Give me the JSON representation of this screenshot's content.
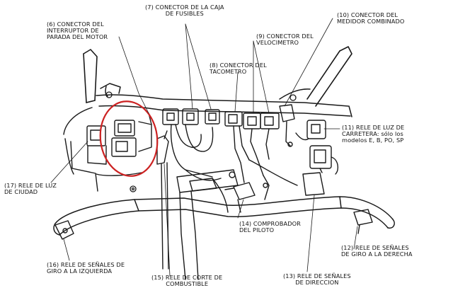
{
  "labels": {
    "l6": [
      "(6) CONECTOR DEL",
      "INTERRUPTOR DE",
      "PARADA DEL MOTOR"
    ],
    "l7": [
      "(7) CONECTOR DE LA CAJA",
      "DE",
      "FUSIBLES"
    ],
    "l10": [
      "(10) CONECTOR DEL",
      "MEDIDOR COMBINADO"
    ],
    "l9": [
      "(9) CONECTOR DEL",
      "VELOCIMETRO"
    ],
    "l8": [
      "(8) CONECTOR DEL",
      "TACOMETRO"
    ],
    "l11": [
      "(11) RELE DE LUZ DE",
      "CARRETERA: sólo los",
      "modelos E, B, PO, SP"
    ],
    "l17": [
      "(17) RELE DE LUZ",
      "DE",
      "CIUDAD"
    ],
    "l14": [
      "(14) COMPROBADOR",
      "DEL PILOTO"
    ],
    "l12": [
      "(12) RELE DE SEÑALES",
      "DE GIRO A LA DERECHA"
    ],
    "l16": [
      "(16) RELE DE SEÑALES DE",
      "GIRO A LA IZQUIERDA"
    ],
    "l15": [
      "(15) RELE DE CORTE DE",
      "COMBUSTIBLE"
    ],
    "l13": [
      "(13) RELE DE SEÑALES",
      "DE",
      "DIRECCION"
    ]
  },
  "colors": {
    "line": "#1a1a1a",
    "highlight": "#cc2222",
    "background": "#ffffff"
  }
}
